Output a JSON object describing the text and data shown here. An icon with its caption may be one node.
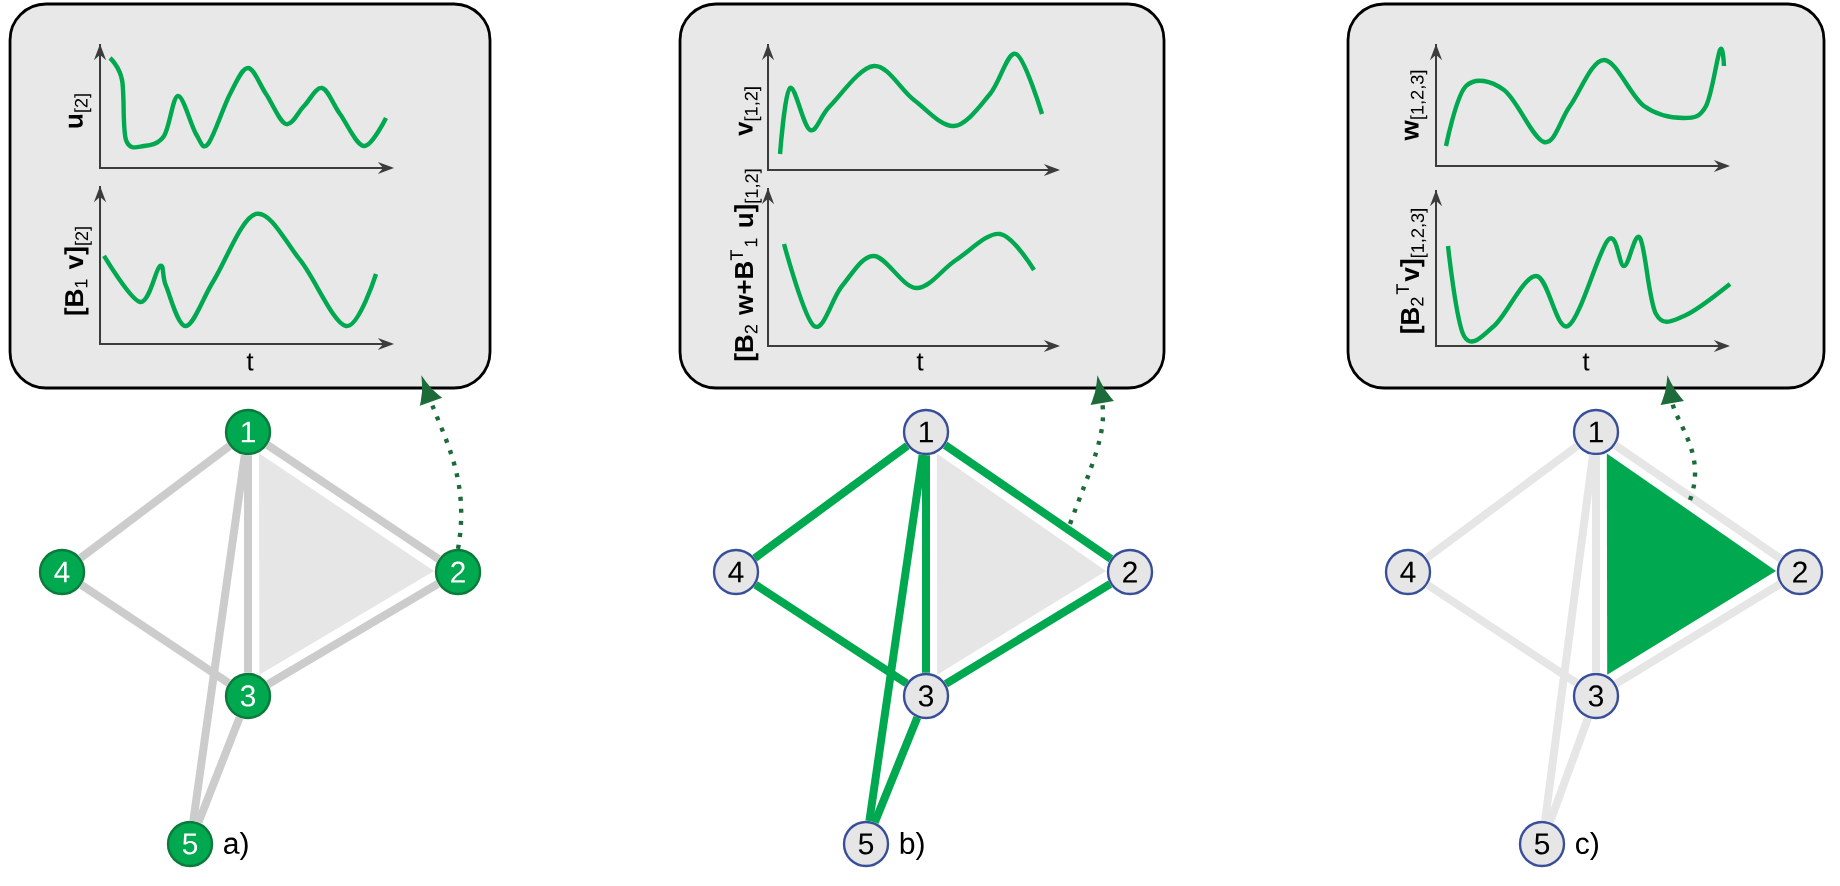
{
  "diagram": {
    "nodes": [
      {
        "text": [
          "**u**$_{[2]}$",
          "**[B**$_{1}$ **v]**$_{[2]}$",
          "t"
        ]
      },
      {
        "text": [
          "1"
        ]
      },
      {
        "text": [
          "2"
        ]
      },
      {
        "text": [
          "3"
        ]
      },
      {
        "text": [
          "4"
        ]
      },
      {
        "text": [
          "5"
        ],
        "beside": [
          "a)"
        ]
      },
      {
        "text": [],
        "shape": "triangle"
      },
      {
        "text": [
          "**v**$_{[1,2]}$",
          "**[B**$_{2}$ **w+B**$^{T}$$_{1}$ **u]**$_{[1,2]}$",
          "t"
        ]
      },
      {
        "text": [
          "1"
        ]
      },
      {
        "text": [
          "2"
        ]
      },
      {
        "text": [
          "3"
        ]
      },
      {
        "text": [
          "4"
        ]
      },
      {
        "text": [
          "5"
        ],
        "beside": [
          "b)"
        ]
      },
      {
        "text": [],
        "shape": "triangle"
      },
      {
        "text": [
          "**w**$_{[1,2,3]}$",
          "**[B**$_{2}$$^{T}$**v]**$_{[1,2,3]}$",
          "t"
        ]
      },
      {
        "text": [
          "1"
        ]
      },
      {
        "text": [
          "2"
        ]
      },
      {
        "text": [
          "3"
        ]
      },
      {
        "text": [
          "4"
        ]
      },
      {
        "text": [
          "5"
        ],
        "beside": [
          "c)"
        ]
      },
      {
        "text": [],
        "shape": "triangle"
      }
    ],
    "edges": [
      {
        "from": 1,
        "to": 2,
        "arrow": "none",
        "color": "#cccccc"
      },
      {
        "from": 1,
        "to": 3,
        "arrow": "none",
        "color": "#cccccc"
      },
      {
        "from": 1,
        "to": 4,
        "arrow": "none",
        "color": "#cccccc"
      },
      {
        "from": 1,
        "to": 5,
        "arrow": "none",
        "color": "#cccccc"
      },
      {
        "from": 2,
        "to": 3,
        "arrow": "none",
        "color": "#cccccc"
      },
      {
        "from": 3,
        "to": 4,
        "arrow": "none",
        "color": "#cccccc"
      },
      {
        "from": 3,
        "to": 5,
        "arrow": "none",
        "color": "#cccccc"
      },
      {
        "from": 2,
        "to": 0,
        "arrow": "to",
        "style": "dashed",
        "color": "#1e6b3a"
      },
      {
        "from": 8,
        "to": 9,
        "arrow": "none",
        "color": "#00a84f"
      },
      {
        "from": 8,
        "to": 10,
        "arrow": "none",
        "color": "#00a84f"
      },
      {
        "from": 8,
        "to": 11,
        "arrow": "none",
        "color": "#00a84f"
      },
      {
        "from": 8,
        "to": 12,
        "arrow": "none",
        "color": "#00a84f"
      },
      {
        "from": 9,
        "to": 10,
        "arrow": "none",
        "color": "#00a84f"
      },
      {
        "from": 10,
        "to": 11,
        "arrow": "none",
        "color": "#00a84f"
      },
      {
        "from": 10,
        "to": 12,
        "arrow": "none",
        "color": "#00a84f"
      },
      {
        "from": 13,
        "to": 7,
        "arrow": "to",
        "style": "dashed",
        "color": "#1e6b3a"
      },
      {
        "from": 15,
        "to": 16,
        "arrow": "none",
        "color": "#e6e6e6"
      },
      {
        "from": 15,
        "to": 17,
        "arrow": "none",
        "color": "#e6e6e6"
      },
      {
        "from": 15,
        "to": 18,
        "arrow": "none",
        "color": "#e6e6e6"
      },
      {
        "from": 15,
        "to": 19,
        "arrow": "none",
        "color": "#e6e6e6"
      },
      {
        "from": 16,
        "to": 17,
        "arrow": "none",
        "color": "#e6e6e6"
      },
      {
        "from": 17,
        "to": 18,
        "arrow": "none",
        "color": "#e6e6e6"
      },
      {
        "from": 17,
        "to": 19,
        "arrow": "none",
        "color": "#e6e6e6"
      },
      {
        "from": 20,
        "to": 14,
        "arrow": "to",
        "style": "dashed",
        "color": "#1e6b3a"
      }
    ]
  }
}
